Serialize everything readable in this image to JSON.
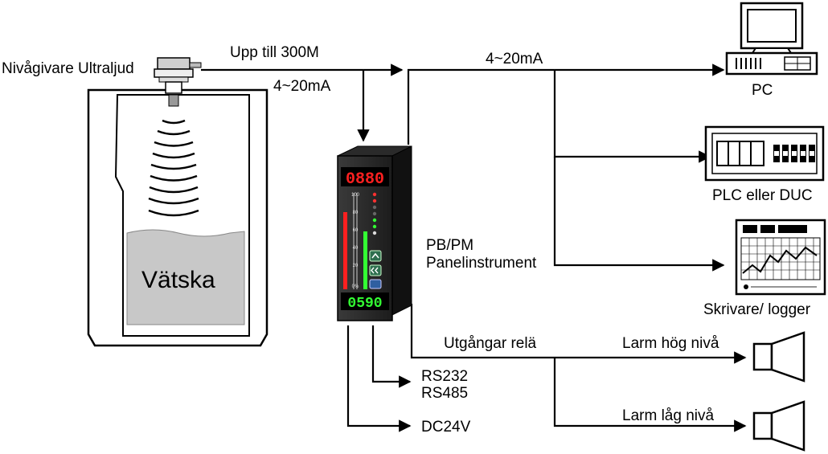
{
  "sensor_label": "Nivågivare Ultraljud",
  "range_label": "Upp till 300M",
  "signal_left": "4~20mA",
  "signal_top": "4~20mA",
  "liquid_label": "Vätska",
  "panel_label_line1": "PB/PM",
  "panel_label_line2": "Panelinstrument",
  "outputs": {
    "pc": "PC",
    "plc": "PLC eller DUC",
    "recorder": "Skrivare/ logger"
  },
  "relay_label": "Utgångar relä",
  "alarm_high": "Larm hög nivå",
  "alarm_low": "Larm låg nivå",
  "comm_line1": "RS232",
  "comm_line2": "RS485",
  "power_label": "DC24V",
  "display_top": "0880",
  "display_bottom": "0590",
  "bargraph_left_level": 0.8,
  "bargraph_right_level": 0.6,
  "colors": {
    "display_red": "#ff2020",
    "display_green": "#33ff33",
    "liquid": "#c8c8c8",
    "wire": "#000000"
  }
}
